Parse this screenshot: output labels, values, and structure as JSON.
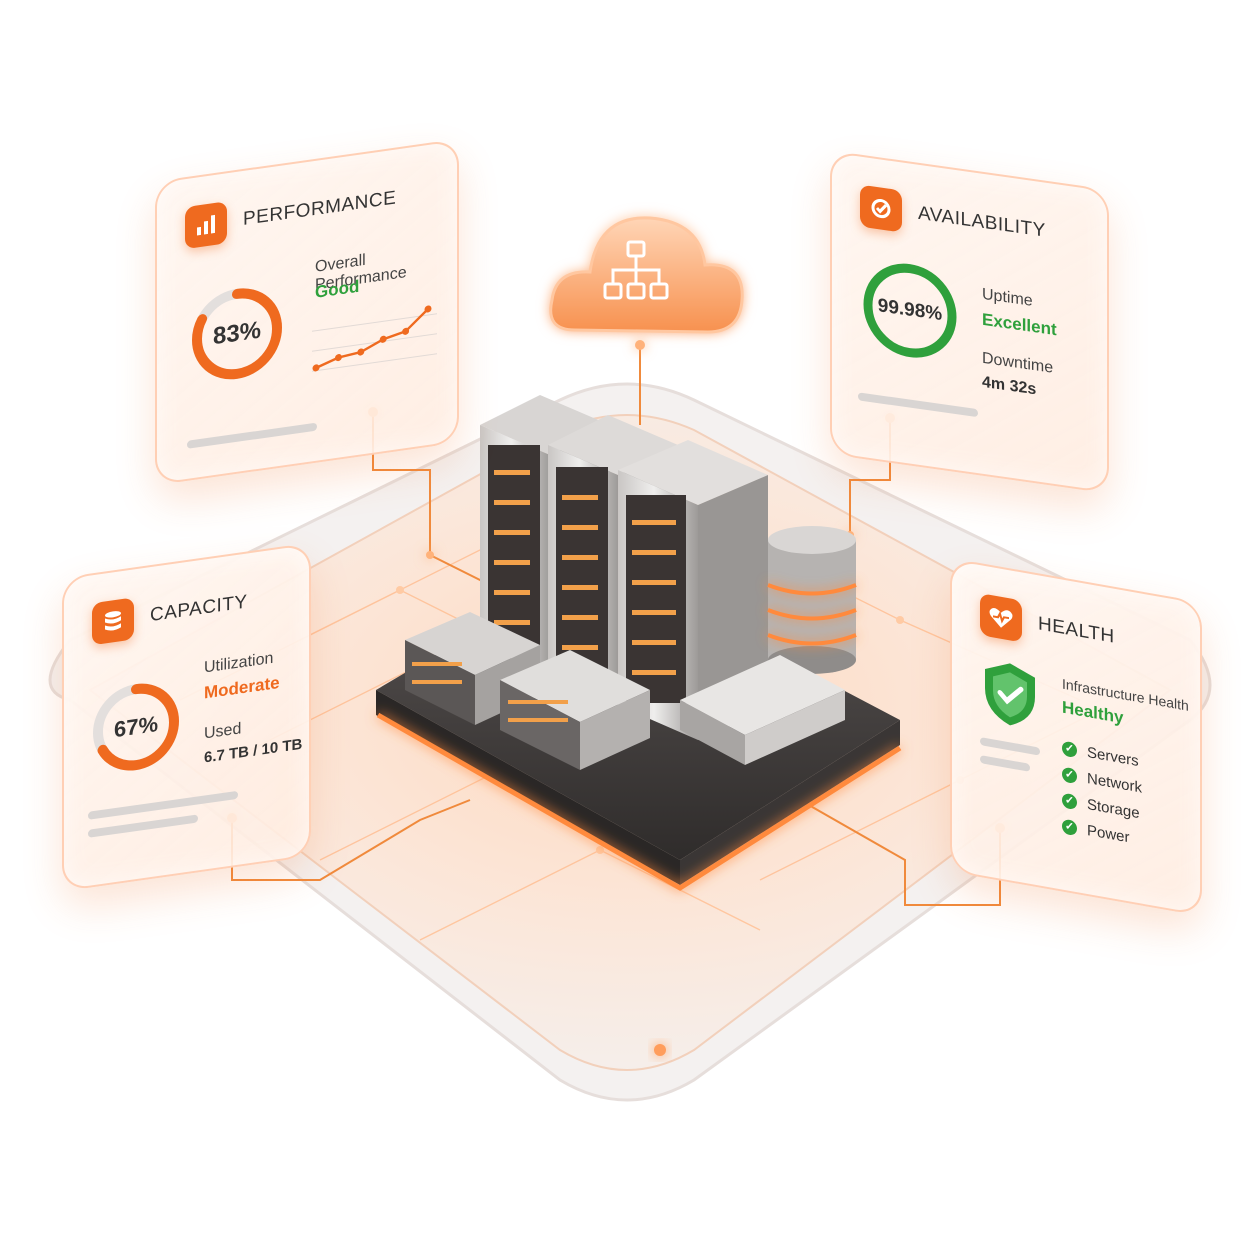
{
  "colors": {
    "accent": "#ef6a1f",
    "good": "#2fa03c",
    "glow": "#ffb27a"
  },
  "performance": {
    "icon": "bar-chart-icon",
    "title": "PERFORMANCE",
    "value": 83,
    "value_label": "83%",
    "metric_label": "Overall Performance",
    "status": "Good",
    "trend": [
      14,
      20,
      22,
      30,
      34,
      50
    ]
  },
  "availability": {
    "icon": "uptime-gauge-icon",
    "title": "AVAILABILITY",
    "value_label": "99.98%",
    "uptime_label": "Uptime",
    "uptime_status": "Excellent",
    "downtime_label": "Downtime",
    "downtime_value": "4m 32s"
  },
  "capacity": {
    "icon": "database-icon",
    "title": "CAPACITY",
    "value": 67,
    "value_label": "67%",
    "utilization_label": "Utilization",
    "utilization_status": "Moderate",
    "used_label": "Used",
    "used_value": "6.7 TB / 10 TB"
  },
  "health": {
    "icon": "heart-pulse-icon",
    "title": "HEALTH",
    "shield_icon": "shield-check-icon",
    "metric_label": "Infrastructure Health",
    "status": "Healthy",
    "checks": [
      {
        "label": "Servers"
      },
      {
        "label": "Network"
      },
      {
        "label": "Storage"
      },
      {
        "label": "Power"
      }
    ]
  },
  "cloud": {
    "icon": "network-hierarchy-icon"
  }
}
